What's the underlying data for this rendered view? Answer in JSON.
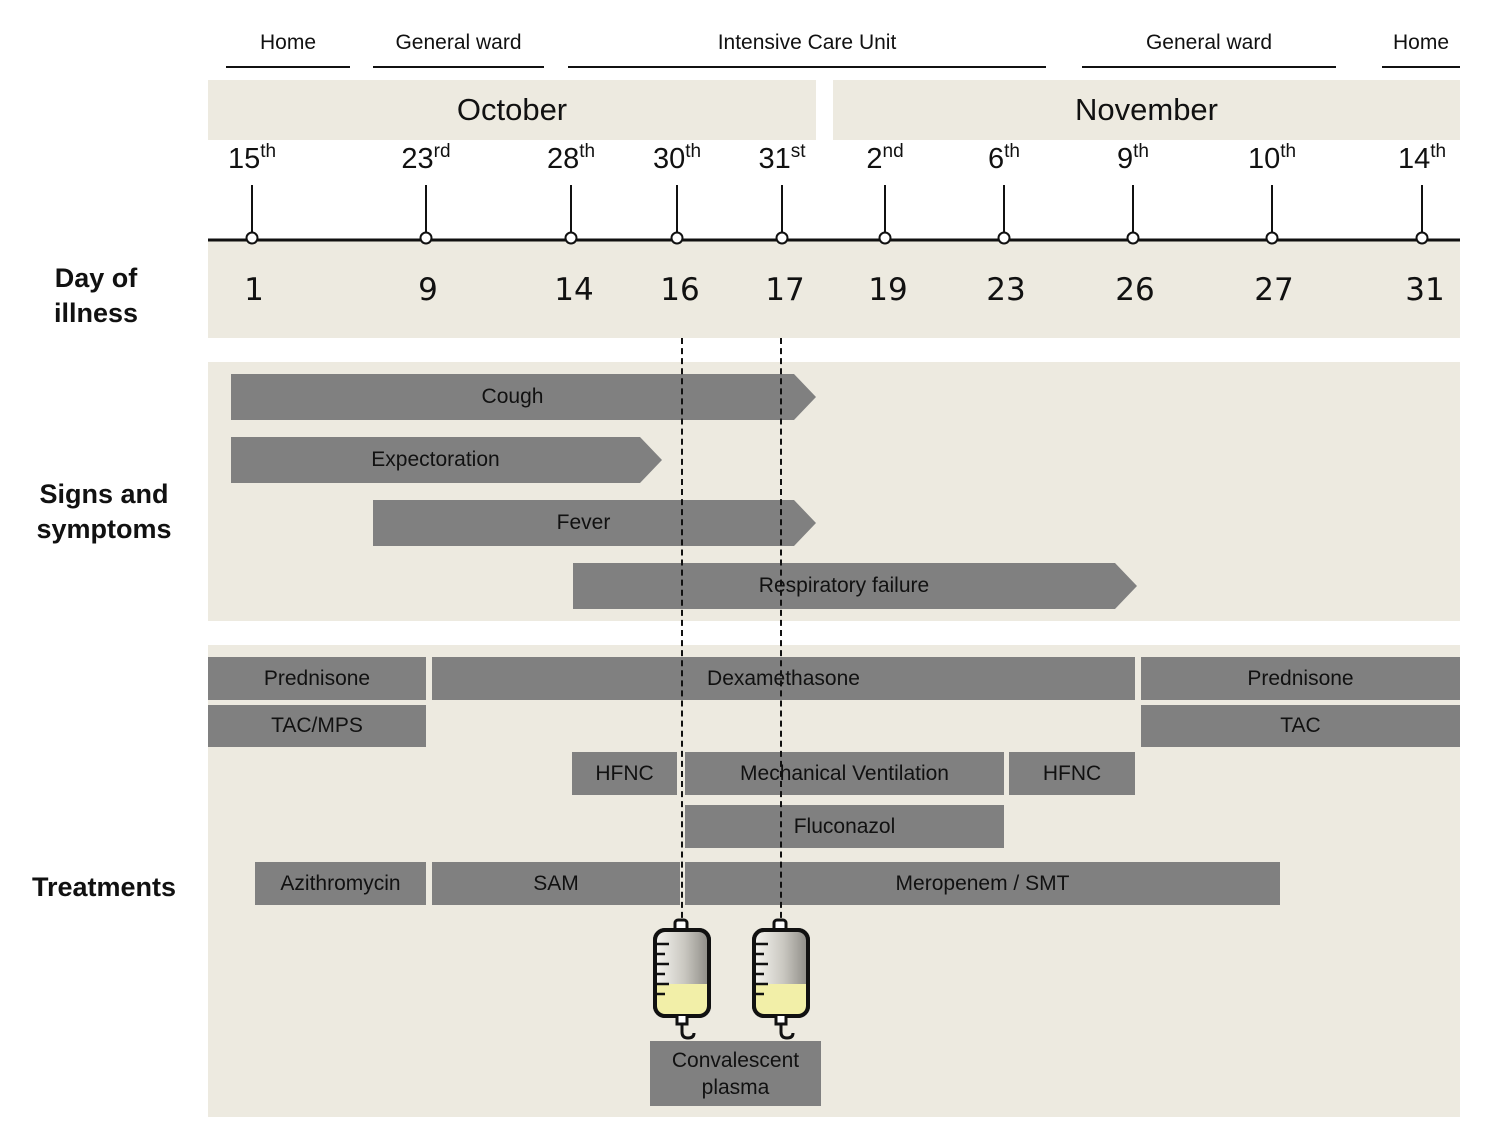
{
  "locations": [
    {
      "label": "Home"
    },
    {
      "label": "General ward"
    },
    {
      "label": "Intensive Care Unit"
    },
    {
      "label": "General ward"
    },
    {
      "label": "Home"
    }
  ],
  "months": [
    {
      "label": "October"
    },
    {
      "label": "November"
    }
  ],
  "dates": [
    {
      "num": "15",
      "suffix": "th"
    },
    {
      "num": "23",
      "suffix": "rd"
    },
    {
      "num": "28",
      "suffix": "th"
    },
    {
      "num": "30",
      "suffix": "th"
    },
    {
      "num": "31",
      "suffix": "st"
    },
    {
      "num": "2",
      "suffix": "nd"
    },
    {
      "num": "6",
      "suffix": "th"
    },
    {
      "num": "9",
      "suffix": "th"
    },
    {
      "num": "10",
      "suffix": "th"
    },
    {
      "num": "14",
      "suffix": "th"
    }
  ],
  "days": [
    "1",
    "9",
    "14",
    "16",
    "17",
    "19",
    "23",
    "26",
    "27",
    "31"
  ],
  "sections": {
    "day_of_illness": "Day of illness",
    "signs_symptoms": "Signs and symptoms",
    "treatments": "Treatments"
  },
  "symptoms": [
    {
      "label": "Cough"
    },
    {
      "label": "Expectoration"
    },
    {
      "label": "Fever"
    },
    {
      "label": "Respiratory failure"
    }
  ],
  "treatments": [
    {
      "label": "Prednisone"
    },
    {
      "label": "Dexamethasone"
    },
    {
      "label": "Prednisone"
    },
    {
      "label": "TAC/MPS"
    },
    {
      "label": "TAC"
    },
    {
      "label": "HFNC"
    },
    {
      "label": "Mechanical Ventilation"
    },
    {
      "label": "HFNC"
    },
    {
      "label": "Fluconazol"
    },
    {
      "label": "Azithromycin"
    },
    {
      "label": "SAM"
    },
    {
      "label": "Meropenem / SMT"
    }
  ],
  "plasma": {
    "label": "Convalescent plasma"
  },
  "colors": {
    "panel": "#edeae0",
    "bar": "#808080",
    "plasma_fill": "#f2efa8"
  }
}
